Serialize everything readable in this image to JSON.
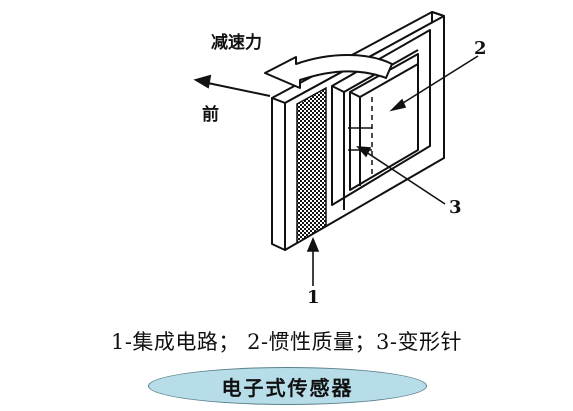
{
  "diagram": {
    "labels": {
      "deceleration_force": "减速力",
      "forward": "前",
      "part_1": "1",
      "part_2": "2",
      "part_3": "3"
    }
  },
  "caption": "1-集成电路；  2-惯性质量；3-变形针",
  "title": "电子式传感器",
  "colors": {
    "title_fill": "#b6dde8",
    "line": "#111111"
  }
}
